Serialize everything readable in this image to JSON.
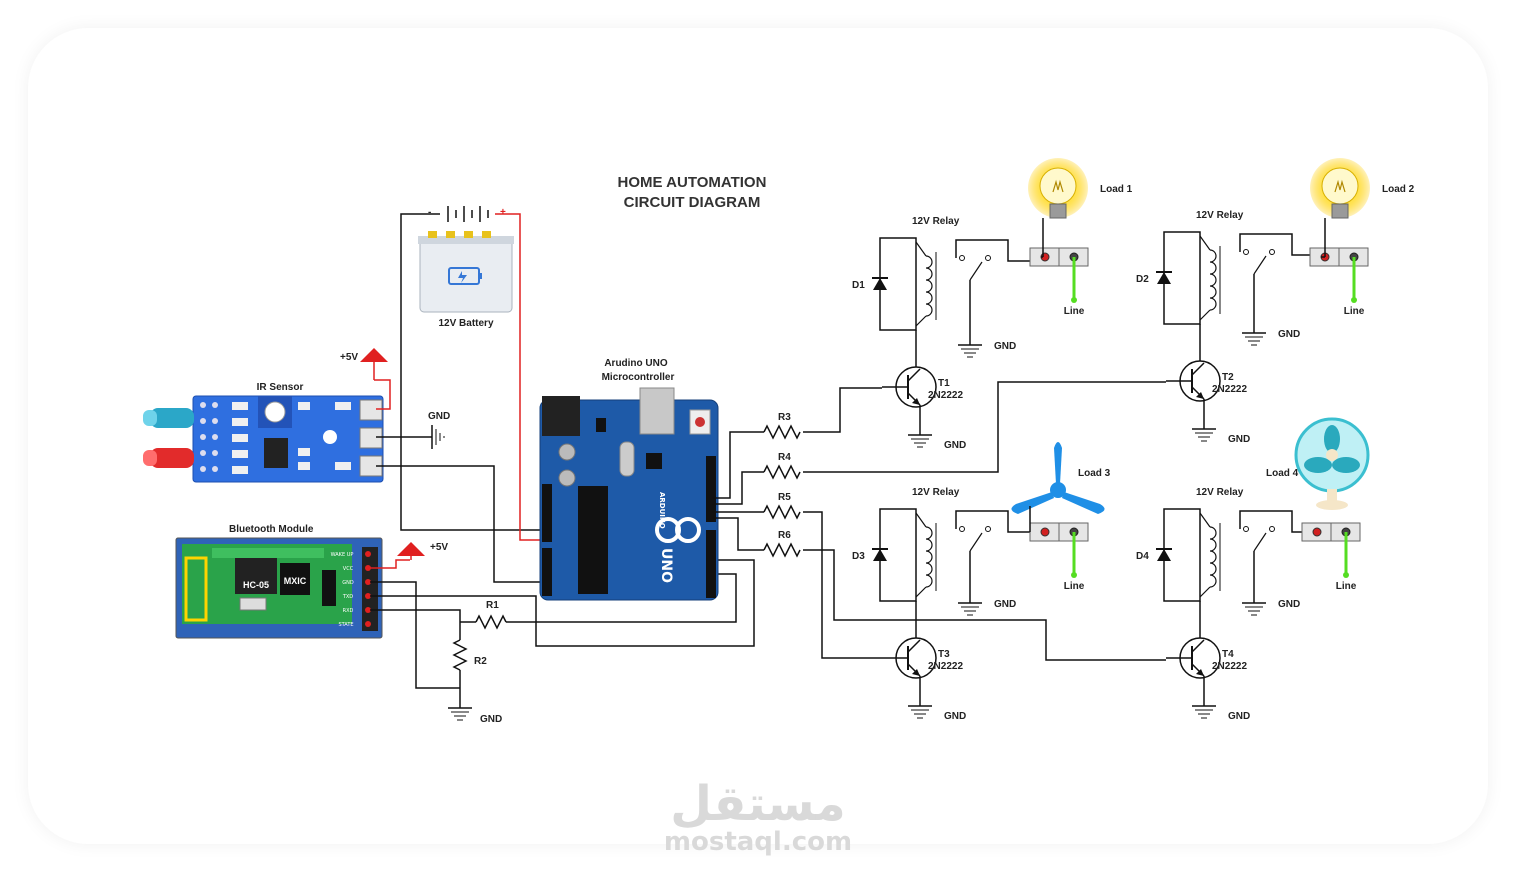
{
  "title_line1": "HOME AUTOMATION",
  "title_line2": "CIRCUIT DIAGRAM",
  "battery": {
    "label": "12V Battery",
    "minus": "-",
    "plus": "+"
  },
  "arduino": {
    "label_line1": "Arudino UNO",
    "label_line2": "Microcontroller",
    "brand": "ARDUINO",
    "model": "UNO"
  },
  "ir_sensor": {
    "label": "IR Sensor",
    "vcc_label": "+5V",
    "gnd_label": "GND"
  },
  "bluetooth": {
    "label": "Bluetooth Module",
    "vcc_label": "+5V",
    "chip": "HC-05",
    "brand": "MXIC",
    "pins": [
      "WAKE UP",
      "VCC",
      "GND",
      "TXD",
      "RXD",
      "STATE"
    ]
  },
  "resistors": [
    "R1",
    "R2",
    "R3",
    "R4",
    "R5",
    "R6"
  ],
  "gnd_label": "GND",
  "relay_label": "12V Relay",
  "line_label": "Line",
  "transistor_model": "2N2222",
  "diodes": [
    "D1",
    "D2",
    "D3",
    "D4"
  ],
  "transistors": [
    "T1",
    "T2",
    "T3",
    "T4"
  ],
  "loads": [
    "Load 1",
    "Load 2",
    "Load 3",
    "Load 4"
  ],
  "watermark": {
    "arabic": "مستقل",
    "latin": "mostaql.com"
  },
  "colors": {
    "wire": "#111111",
    "power_wire": "#e02020",
    "board_blue": "#1e5aa8",
    "sensor_blue": "#2f6fe0",
    "line_green": "#55dd22",
    "bulb_yellow": "#ffe14a",
    "fan_teal": "#3bbfd0",
    "fan3_blue": "#1f8fe6"
  }
}
